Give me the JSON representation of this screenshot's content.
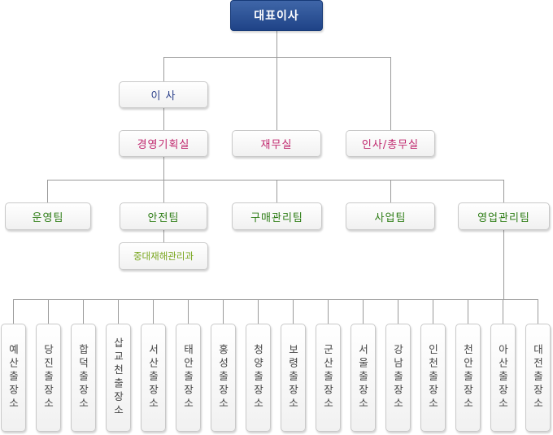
{
  "ceo": "대표이사",
  "director": "이 사",
  "planning": "경영기획실",
  "finance": "재무실",
  "hr": "인사/총무실",
  "teams": [
    "운영팀",
    "안전팀",
    "구매관리팀",
    "사업팀",
    "영업관리팀"
  ],
  "safety_sub": "중대재해관리과",
  "offices": [
    "예산출장소",
    "당진출장소",
    "합덕출장소",
    "삽교천출장소",
    "서산출장소",
    "태안출장소",
    "홍성출장소",
    "청양출장소",
    "보령출장소",
    "군산출장소",
    "서울출장소",
    "강남출장소",
    "인천출장소",
    "천안출장소",
    "아산출장소",
    "대전출장소"
  ]
}
